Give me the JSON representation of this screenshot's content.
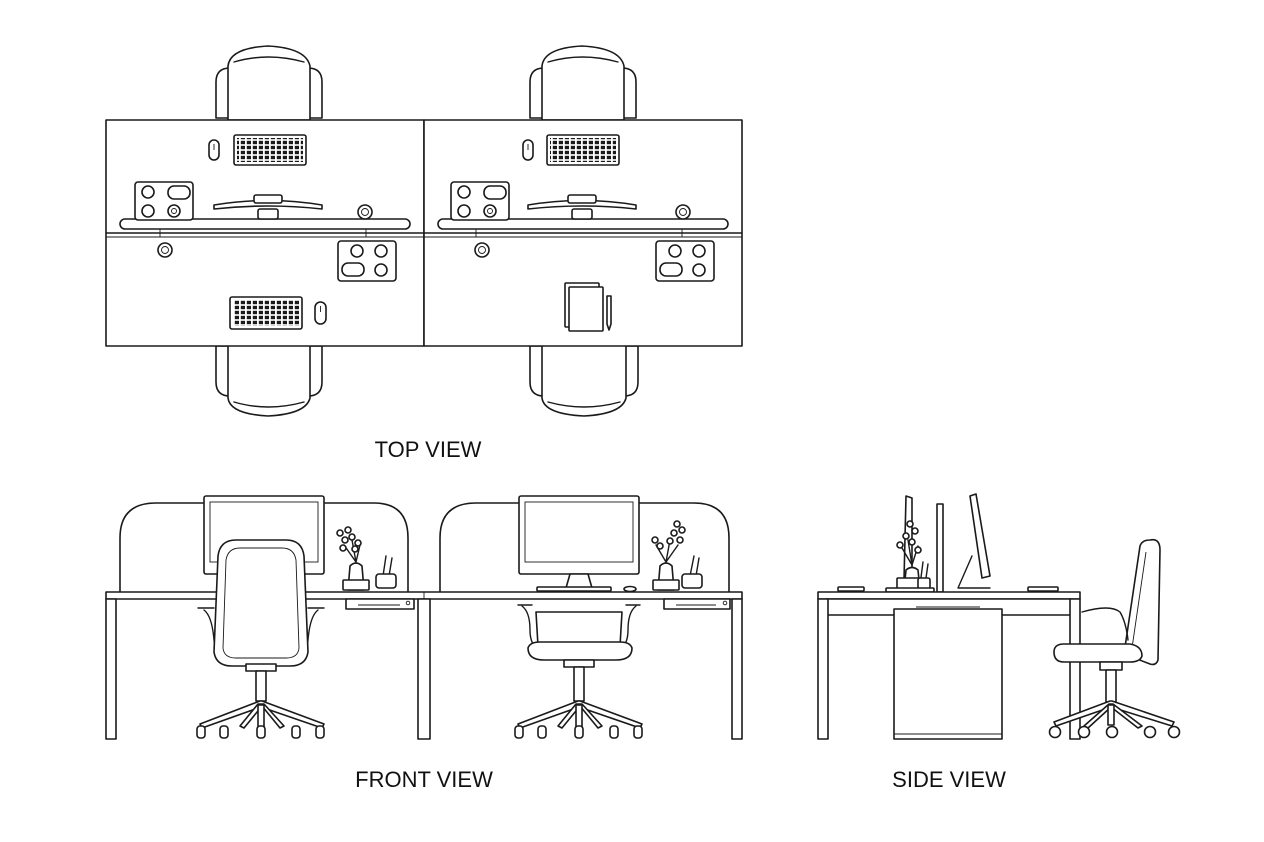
{
  "labels": {
    "top_view": "TOP VIEW",
    "front_view": "FRONT VIEW",
    "side_view": "SIDE VIEW"
  },
  "colors": {
    "line": "#1a1a1a",
    "background": "#ffffff"
  }
}
